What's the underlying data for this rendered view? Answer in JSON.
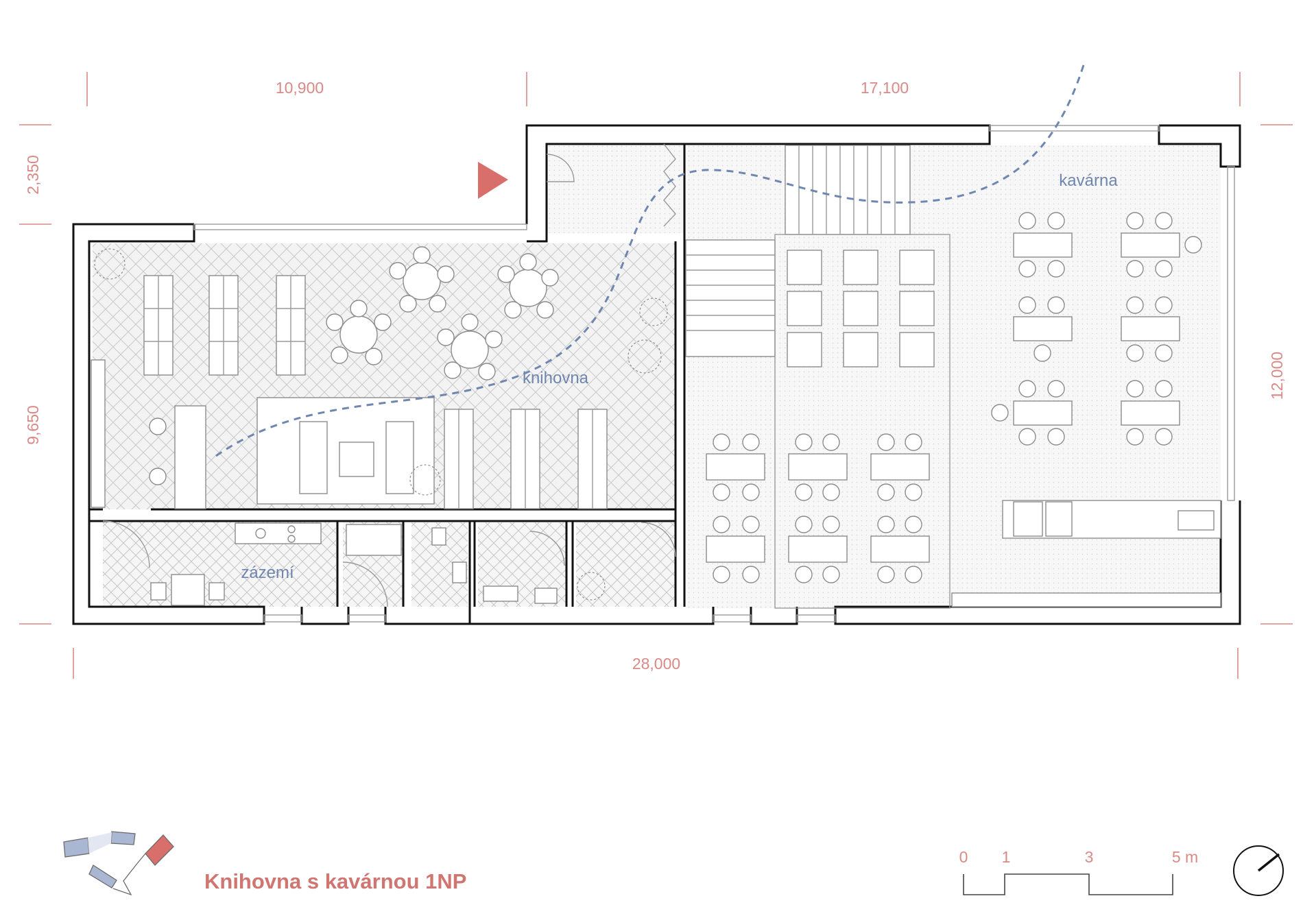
{
  "title": "Knihovna s kavárnou 1NP",
  "rooms": {
    "library": "knihovna",
    "cafe": "kavárna",
    "service": "zázemí"
  },
  "dimensions": {
    "top_left": "10,900",
    "top_right": "17,100",
    "bottom_total": "28,000",
    "left_upper": "2,350",
    "left_lower": "9,650",
    "right": "12,000"
  },
  "scale_bar": {
    "labels": [
      "0",
      "1",
      "3",
      "5 m"
    ]
  },
  "colors": {
    "accent": "#d98a86",
    "title": "#cf7671",
    "path": "#6f86b0",
    "entrance_arrow": "#d96f6b",
    "site_building": "#aab7d2",
    "site_highlight": "#d96f6b"
  },
  "icons": {
    "entrance": "entrance-arrow-icon",
    "north": "north-arrow-icon",
    "site": "site-plan-icon"
  }
}
